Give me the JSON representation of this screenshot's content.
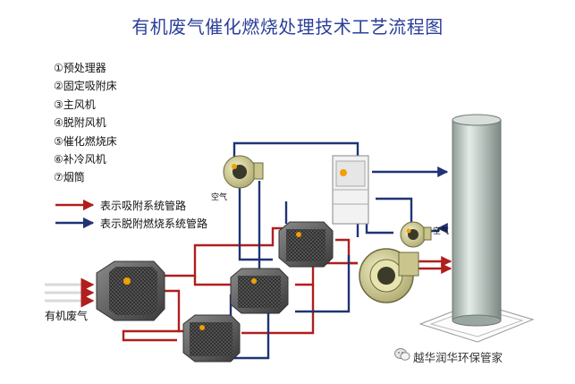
{
  "title": "有机废气催化燃烧处理技术工艺流程图",
  "components": [
    "①预处理器",
    "②固定吸附床",
    "③主风机",
    "④脱附风机",
    "⑤催化燃烧床",
    "⑥补冷风机",
    "⑦烟筒"
  ],
  "legend": {
    "adsorption": "表示吸附系统管路",
    "desorption": "表示脱附燃烧系统管路"
  },
  "labels": {
    "inlet": "有机废气",
    "air_1": "空气",
    "air_2": "空气"
  },
  "watermark": "越华润华环保管家",
  "colors": {
    "adsorption": "#b01e1e",
    "desorption": "#1f3375",
    "title": "#2b3f9a"
  },
  "icons": [
    "wechat-icon"
  ]
}
